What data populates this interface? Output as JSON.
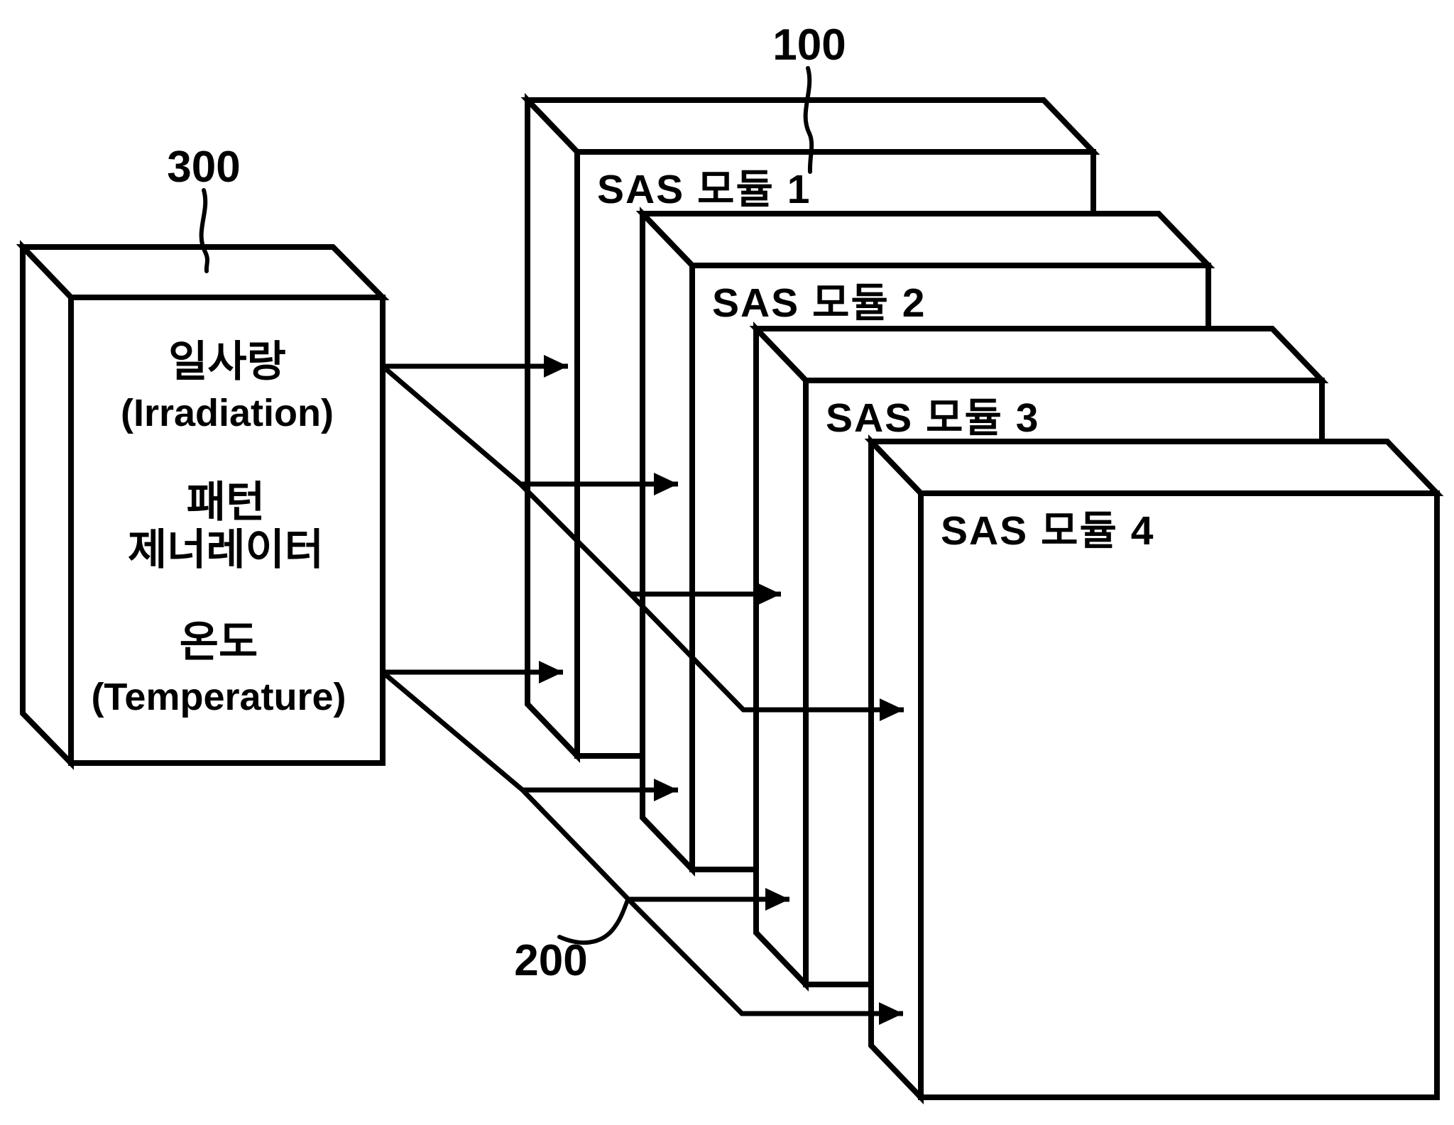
{
  "figure": {
    "background_color": "#ffffff",
    "line_color": "#000000"
  },
  "references": {
    "r100": {
      "label": "100"
    },
    "r200": {
      "label": "200"
    },
    "r300": {
      "label": "300"
    }
  },
  "generator": {
    "irradiation_ko": "일사랑",
    "irradiation_en": "(Irradiation)",
    "pattern_ko": "패턴",
    "generator_ko": "제너레이터",
    "temperature_ko": "온도",
    "temperature_en": "(Temperature)"
  },
  "modules": [
    {
      "label": "SAS 모듈 1"
    },
    {
      "label": "SAS 모듈 2"
    },
    {
      "label": "SAS 모듈 3"
    },
    {
      "label": "SAS 모듈 4"
    }
  ]
}
